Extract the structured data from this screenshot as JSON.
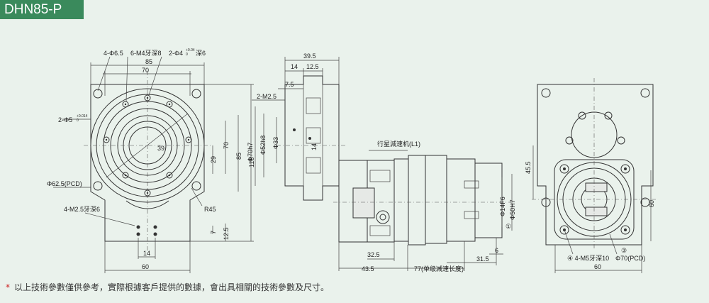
{
  "title": "DHN85-P",
  "note": {
    "mark": "*",
    "text": "以上技術參數僅供參考，實際根據客戶提供的數據，會出具相關的技術參數及尺寸。"
  },
  "front_view": {
    "labels": {
      "holes_a": "4-Φ6.5",
      "holes_b": "6-M4牙深8",
      "holes_c": "2-Φ4",
      "holes_c_tol": "+0.04",
      "holes_c_tol0": "0",
      "holes_c_depth": "深6",
      "pin": "2-Φ5",
      "pin_tol": "+0.014",
      "pin_tol0": "0",
      "pcd": "Φ62.5(PCD)",
      "m25": "4-M2.5牙深6",
      "r45": "R45",
      "d39": "39"
    },
    "dims": {
      "w85": "85",
      "w70": "70",
      "w60": "60",
      "w14": "14",
      "h29": "29",
      "h70": "70",
      "h85": "85",
      "h118": "118",
      "h7": "7",
      "h125": "12.5"
    }
  },
  "side_view": {
    "labels": {
      "m25": "2-M2.5",
      "d52": "Φ52h8",
      "d33": "Φ33",
      "d70": "Φ70h7"
    },
    "dims": {
      "w395": "39.5",
      "w14": "14",
      "w125": "12.5",
      "w75": "7.5",
      "h14": "14"
    }
  },
  "reducer_view": {
    "labels": {
      "planetary": "行星減速机(L1)",
      "d14": "Φ14F6",
      "d50": "Φ50H7",
      "c1": "①"
    },
    "dims": {
      "d325": "32.5",
      "d435": "43.5",
      "d77": "77(单级减速长度)",
      "d315": "31.5",
      "d6": "6"
    }
  },
  "end_view": {
    "labels": {
      "m5": "④ 4-M5牙深10",
      "pcd": "Φ70(PCD)",
      "c3": "③"
    },
    "dims": {
      "h455": "45.5",
      "h60": "60",
      "w60": "60"
    }
  }
}
